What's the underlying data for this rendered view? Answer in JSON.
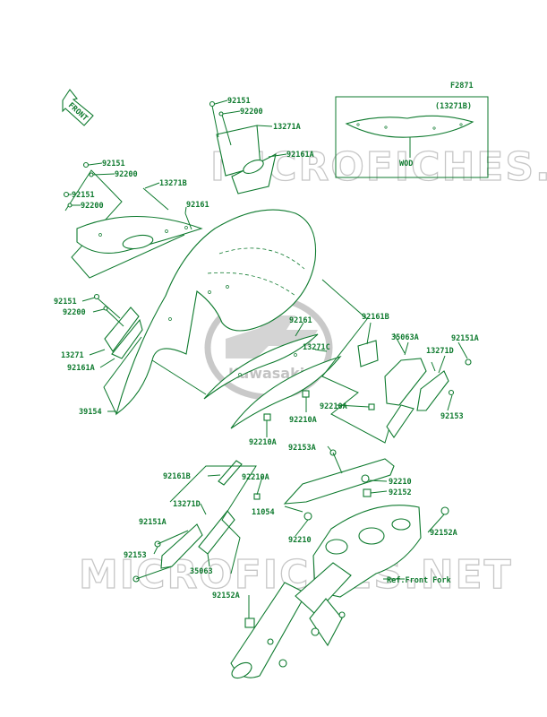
{
  "figure_code": "F2871",
  "front_label": "FRONT",
  "watermark_text": "MICROFICHES.NET",
  "brand_text": "Kawasaki",
  "inset": {
    "ref": "(13271B)",
    "note": "WOD"
  },
  "ref_text": "Ref.Front Fork",
  "colors": {
    "line": "#0e7a2e",
    "watermark": "#b8b8b8"
  },
  "part_labels": {
    "p1": "92151",
    "p2": "92200",
    "p3": "13271A",
    "p4": "92161A",
    "p5": "92151",
    "p6": "92200",
    "p7": "13271B",
    "p8": "92151",
    "p9": "92200",
    "p10": "92161",
    "p11": "92151",
    "p12": "92200",
    "p13": "13271",
    "p14": "92161A",
    "p15": "39154",
    "p16": "92161",
    "p17": "13271C",
    "p18": "92210A",
    "p19": "92210A",
    "p20": "92161B",
    "p21": "35063A",
    "p22": "13271D",
    "p23": "92151A",
    "p24": "92210A",
    "p25": "92153",
    "p26": "92153A",
    "p27": "92161B",
    "p28": "92210A",
    "p29": "92210",
    "p30": "92152",
    "p31": "13271D",
    "p32": "11054",
    "p33": "92151A",
    "p34": "92210",
    "p35": "92152A",
    "p36": "92153",
    "p37": "35063",
    "p38": "92152A"
  }
}
